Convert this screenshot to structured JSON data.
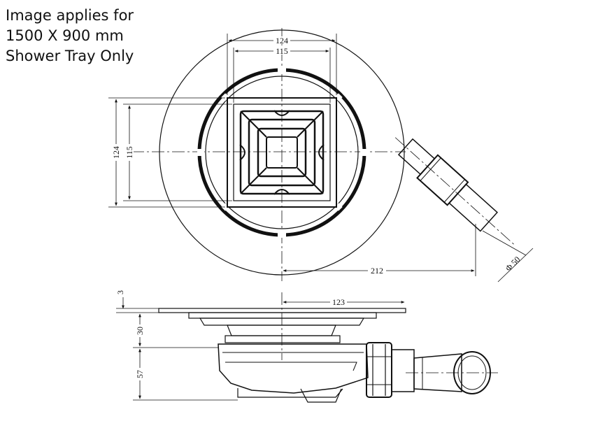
{
  "caption": {
    "line1": "Image applies for",
    "line2": "1500 X 900 mm",
    "line3": "Shower Tray Only"
  },
  "dimensions": {
    "outer_width": "124",
    "inner_width": "115",
    "outer_height": "124",
    "inner_height": "115",
    "outlet_offset": "212",
    "outlet_diameter": "Φ 50",
    "side_offset": "123",
    "flange_thickness": "3",
    "grate_depth": "30",
    "body_depth": "57"
  }
}
